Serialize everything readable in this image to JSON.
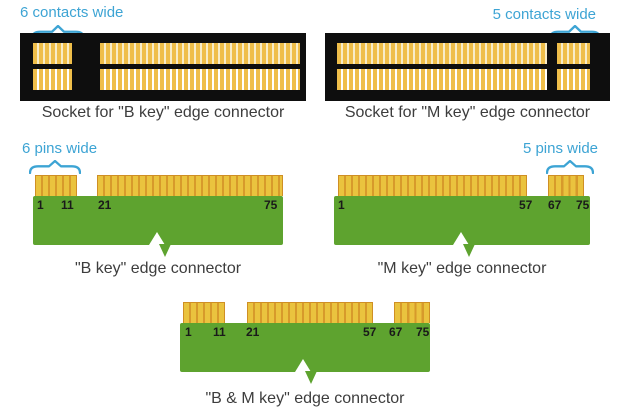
{
  "colors": {
    "accent_cyan": "#3da4d4",
    "pcb_green": "#5ea32f",
    "pin_gold": "#eac33e",
    "pin_gap_orange": "#d79a2b",
    "socket_black": "#0e0e0e",
    "caption_gray": "#3d3d3d",
    "contact_gold": "#efbe4a"
  },
  "sockets": {
    "b": {
      "width_label": "6 contacts wide",
      "caption": "Socket for \"B key\" edge connector"
    },
    "m": {
      "width_label": "5 contacts wide",
      "caption": "Socket for \"M key\" edge connector"
    }
  },
  "connectors": {
    "b": {
      "width_label": "6 pins wide",
      "caption": "\"B key\" edge connector",
      "pin_numbers": [
        "1",
        "11",
        "21",
        "75"
      ]
    },
    "m": {
      "width_label": "5 pins wide",
      "caption": "\"M key\" edge connector",
      "pin_numbers": [
        "1",
        "57",
        "67",
        "75"
      ]
    },
    "bm": {
      "caption": "\"B & M key\" edge connector",
      "pin_numbers": [
        "1",
        "11",
        "21",
        "57",
        "67",
        "75"
      ]
    }
  }
}
